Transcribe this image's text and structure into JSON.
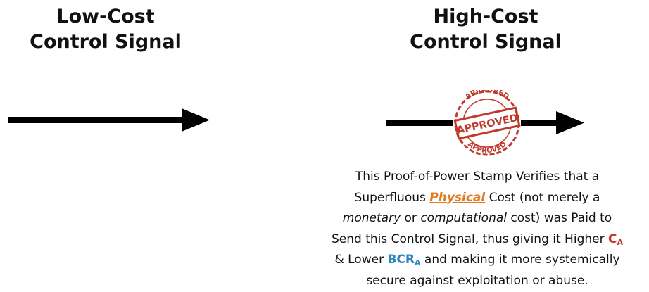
{
  "left": {
    "title_line1": "Low-Cost",
    "title_line2": "Control Signal"
  },
  "right": {
    "title_line1": "High-Cost",
    "title_line2": "Control Signal"
  },
  "stamp": {
    "main_text": "APPROVED",
    "top_text": "APPROVED",
    "bottom_text": "APPROVED",
    "color": "#c0392b",
    "icon": "approved-stamp-icon"
  },
  "caption": {
    "line1": "This Proof-of-Power Stamp Verifies that a",
    "line2_pre": "Superfluous ",
    "line2_physical": "Physical",
    "line2_post": " Cost (not merely a",
    "line3_monetary": "monetary",
    "line3_or": " or ",
    "line3_computational": "computational",
    "line3_post": " cost) was Paid to",
    "line4_pre": "Send this Control Signal, thus giving it Higher ",
    "ca_main": "C",
    "ca_sub": "A",
    "line5_pre": "& Lower ",
    "bcr_main": "BCR",
    "bcr_sub": "A",
    "line5_post": " and making it more systemically",
    "line6": "secure against exploitation or abuse."
  },
  "colors": {
    "physical": "#e07b1f",
    "ca": "#c0392b",
    "bcr": "#2e86c1",
    "arrow": "#000000"
  }
}
